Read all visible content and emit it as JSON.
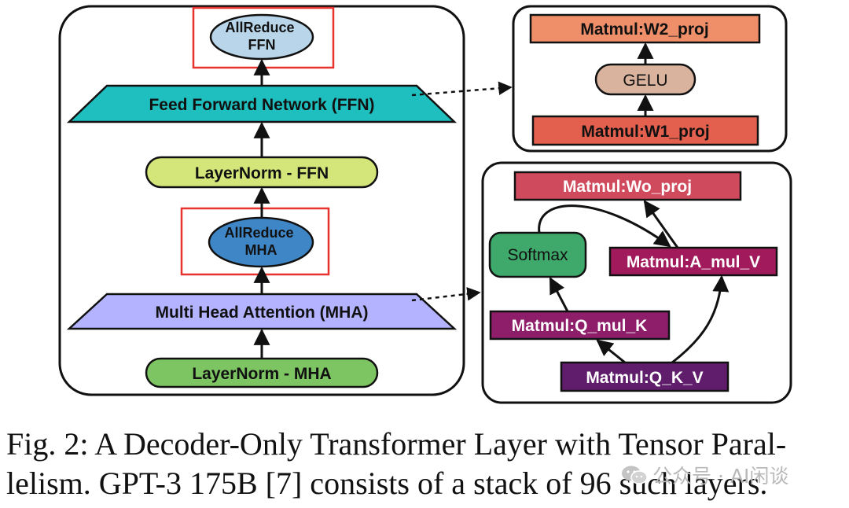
{
  "nodes": {
    "allreduce_ffn": [
      "AllReduce",
      "FFN"
    ],
    "ffn": "Feed Forward Network (FFN)",
    "layernorm_ffn": "LayerNorm - FFN",
    "allreduce_mha": [
      "AllReduce",
      "MHA"
    ],
    "mha": "Multi Head Attention (MHA)",
    "layernorm_mha": "LayerNorm - MHA",
    "w2_proj": "Matmul:W2_proj",
    "gelu": "GELU",
    "w1_proj": "Matmul:W1_proj",
    "wo_proj": "Matmul:Wo_proj",
    "softmax": "Softmax",
    "a_mul_v": "Matmul:A_mul_V",
    "q_mul_k": "Matmul:Q_mul_K",
    "qkv": "Matmul:Q_K_V"
  },
  "caption": [
    "Fig. 2: A Decoder-Only Transformer Layer with Tensor Paral-",
    "lelism. GPT-3 175B [7] consists of a stack of 96 such layers."
  ],
  "watermark": "公众号 · AI闲谈",
  "colors": {
    "ffn": "#1fbfbf",
    "mha": "#b3b3ff",
    "layernorm_ffn": "#d4e67a",
    "layernorm_mha": "#7dc462",
    "allreduce_ffn": "#b9d5ea",
    "allreduce_mha": "#3f86c6",
    "highlight_box": "#e8322e",
    "w2_proj": "#ef8f6a",
    "gelu": "#d9b39e",
    "w1_proj": "#e4604e",
    "wo_proj": "#d04a5e",
    "softmax": "#3fa86b",
    "a_mul_v": "#a11a5b",
    "q_mul_k": "#8e1d6a",
    "qkv": "#5f1d6b"
  }
}
